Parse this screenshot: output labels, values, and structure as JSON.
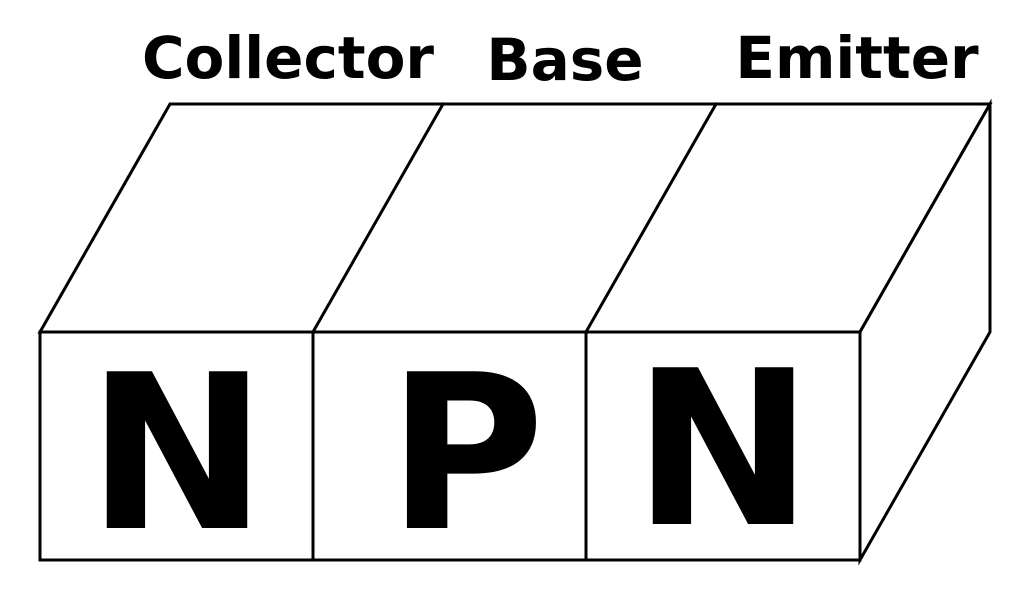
{
  "title": "",
  "colors": {
    "stroke": "#000000",
    "background": "#ffffff",
    "text": "#000000"
  },
  "regions": [
    {
      "label": "Collector",
      "type": "N"
    },
    {
      "label": "Base",
      "type": "P"
    },
    {
      "label": "Emitter",
      "type": "N"
    }
  ]
}
